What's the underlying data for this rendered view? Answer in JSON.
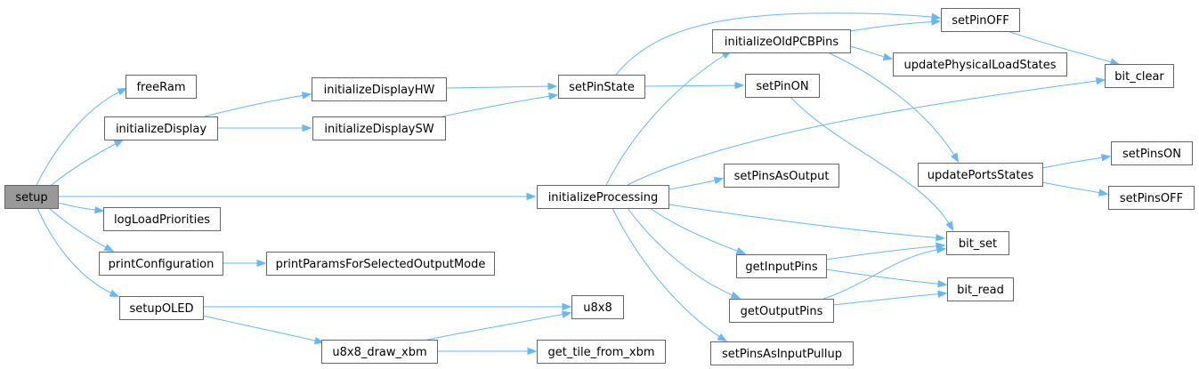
{
  "diagram": {
    "type": "call-graph",
    "root": "setup",
    "colors": {
      "edge": "#63b8ff",
      "node_border": "#666666",
      "root_fill": "#999999",
      "node_fill": "#ffffff"
    },
    "nodes": [
      {
        "id": "setup",
        "label": "setup"
      },
      {
        "id": "freeRam",
        "label": "freeRam"
      },
      {
        "id": "initializeDisplay",
        "label": "initializeDisplay"
      },
      {
        "id": "initializeDisplayHW",
        "label": "initializeDisplayHW"
      },
      {
        "id": "initializeDisplaySW",
        "label": "initializeDisplaySW"
      },
      {
        "id": "setPinState",
        "label": "setPinState"
      },
      {
        "id": "initializeOldPCBPins",
        "label": "initializeOldPCBPins"
      },
      {
        "id": "setPinOFF",
        "label": "setPinOFF"
      },
      {
        "id": "setPinON",
        "label": "setPinON"
      },
      {
        "id": "bit_clear",
        "label": "bit_clear"
      },
      {
        "id": "updatePhysicalLoadStates",
        "label": "updatePhysicalLoadStates"
      },
      {
        "id": "updatePortsStates",
        "label": "updatePortsStates"
      },
      {
        "id": "setPinsON",
        "label": "setPinsON"
      },
      {
        "id": "setPinsOFF",
        "label": "setPinsOFF"
      },
      {
        "id": "initializeProcessing",
        "label": "initializeProcessing"
      },
      {
        "id": "setPinsAsOutput",
        "label": "setPinsAsOutput"
      },
      {
        "id": "bit_set",
        "label": "bit_set"
      },
      {
        "id": "getInputPins",
        "label": "getInputPins"
      },
      {
        "id": "bit_read",
        "label": "bit_read"
      },
      {
        "id": "getOutputPins",
        "label": "getOutputPins"
      },
      {
        "id": "setPinsAsInputPullup",
        "label": "setPinsAsInputPullup"
      },
      {
        "id": "logLoadPriorities",
        "label": "logLoadPriorities"
      },
      {
        "id": "printConfiguration",
        "label": "printConfiguration"
      },
      {
        "id": "printParamsForSelectedOutputMode",
        "label": "printParamsForSelectedOutputMode"
      },
      {
        "id": "setupOLED",
        "label": "setupOLED"
      },
      {
        "id": "u8x8",
        "label": "u8x8"
      },
      {
        "id": "u8x8_draw_xbm",
        "label": "u8x8_draw_xbm"
      },
      {
        "id": "get_tile_from_xbm",
        "label": "get_tile_from_xbm"
      }
    ],
    "edges": [
      {
        "from": "setup",
        "to": "freeRam"
      },
      {
        "from": "setup",
        "to": "initializeDisplay"
      },
      {
        "from": "setup",
        "to": "initializeProcessing"
      },
      {
        "from": "setup",
        "to": "logLoadPriorities"
      },
      {
        "from": "setup",
        "to": "printConfiguration"
      },
      {
        "from": "setup",
        "to": "setupOLED"
      },
      {
        "from": "initializeDisplay",
        "to": "initializeDisplayHW"
      },
      {
        "from": "initializeDisplay",
        "to": "initializeDisplaySW"
      },
      {
        "from": "initializeDisplayHW",
        "to": "setPinState"
      },
      {
        "from": "initializeDisplaySW",
        "to": "setPinState"
      },
      {
        "from": "setPinState",
        "to": "setPinOFF"
      },
      {
        "from": "setPinState",
        "to": "setPinON"
      },
      {
        "from": "initializeOldPCBPins",
        "to": "setPinOFF"
      },
      {
        "from": "initializeOldPCBPins",
        "to": "updatePhysicalLoadStates"
      },
      {
        "from": "initializeOldPCBPins",
        "to": "updatePortsStates"
      },
      {
        "from": "setPinOFF",
        "to": "bit_clear"
      },
      {
        "from": "setPinON",
        "to": "bit_set"
      },
      {
        "from": "updatePortsStates",
        "to": "setPinsON"
      },
      {
        "from": "updatePortsStates",
        "to": "setPinsOFF"
      },
      {
        "from": "initializeProcessing",
        "to": "initializeOldPCBPins"
      },
      {
        "from": "initializeProcessing",
        "to": "bit_clear"
      },
      {
        "from": "initializeProcessing",
        "to": "setPinsAsOutput"
      },
      {
        "from": "initializeProcessing",
        "to": "bit_set"
      },
      {
        "from": "initializeProcessing",
        "to": "getInputPins"
      },
      {
        "from": "initializeProcessing",
        "to": "getOutputPins"
      },
      {
        "from": "initializeProcessing",
        "to": "setPinsAsInputPullup"
      },
      {
        "from": "getInputPins",
        "to": "bit_set"
      },
      {
        "from": "getInputPins",
        "to": "bit_read"
      },
      {
        "from": "getOutputPins",
        "to": "bit_set"
      },
      {
        "from": "getOutputPins",
        "to": "bit_read"
      },
      {
        "from": "printConfiguration",
        "to": "printParamsForSelectedOutputMode"
      },
      {
        "from": "setupOLED",
        "to": "u8x8"
      },
      {
        "from": "setupOLED",
        "to": "u8x8_draw_xbm"
      },
      {
        "from": "u8x8_draw_xbm",
        "to": "u8x8"
      },
      {
        "from": "u8x8_draw_xbm",
        "to": "get_tile_from_xbm"
      }
    ]
  }
}
